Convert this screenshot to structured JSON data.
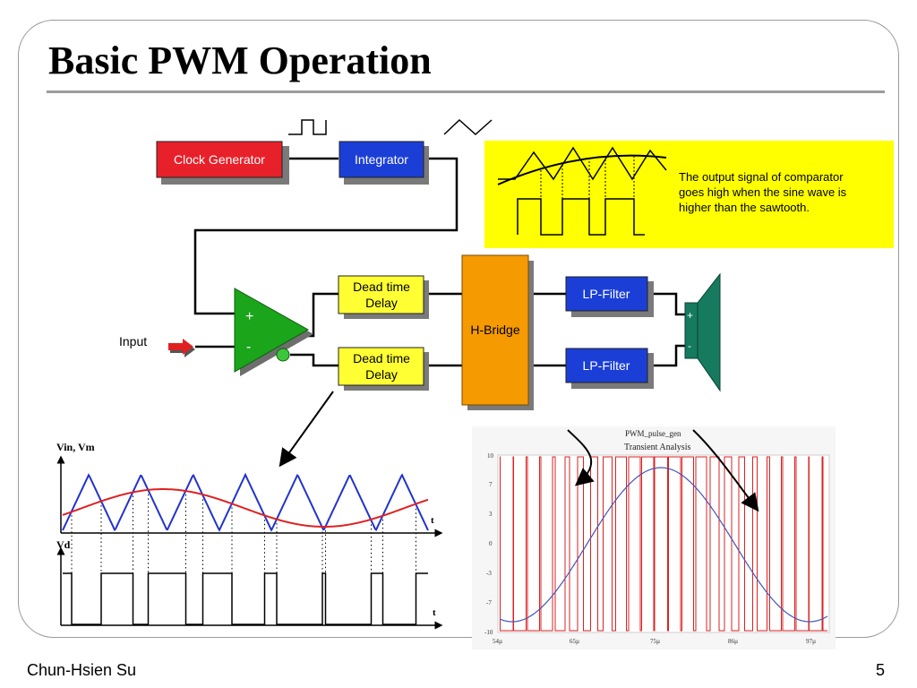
{
  "slide": {
    "title": "Basic PWM Operation",
    "author": "Chun-Hsien Su",
    "page_number": "5"
  },
  "block_diagram": {
    "clock_generator": "Clock Generator",
    "integrator": "Integrator",
    "dead_time_top": [
      "Dead time",
      "Delay"
    ],
    "dead_time_bottom": [
      "Dead time",
      "Delay"
    ],
    "h_bridge": "H-Bridge",
    "lp_filter_top": "LP-Filter",
    "lp_filter_bottom": "LP-Filter",
    "input_label": "Input",
    "comparator_plus": "+",
    "comparator_minus": "-",
    "speaker_plus": "+",
    "speaker_minus": "-"
  },
  "callout": {
    "text": [
      "The output signal of comparator",
      "goes high when the sine wave is",
      "higher than the sawtooth."
    ]
  },
  "waveform_plot": {
    "top_label": "Vin, Vm",
    "bottom_label": "Vd",
    "t_top": "t",
    "t_bottom": "t"
  },
  "simulation_plot": {
    "title": "PWM_pulse_gen",
    "subtitle": "Transient Analysis",
    "y_ticks": [
      "10",
      "7",
      "3",
      "0",
      "-3",
      "-7",
      "-10"
    ],
    "x_ticks": [
      "54µ",
      "65µ",
      "75µ",
      "86µ",
      "97µ"
    ]
  },
  "colors": {
    "clock_generator": "#e8202a",
    "blue_block": "#1b3fd6",
    "dead_time": "#ffff33",
    "h_bridge": "#f59a00",
    "comparator": "#1aa51a",
    "speaker": "#157a5e",
    "callout_bg": "#ffff00",
    "red_wave": "#dd2222",
    "blue_wave": "#2233cc"
  }
}
